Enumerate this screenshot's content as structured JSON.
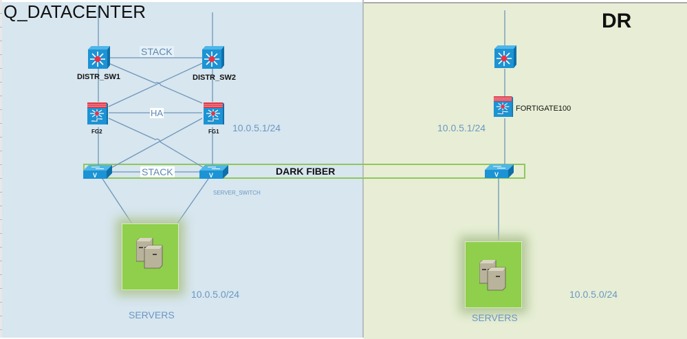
{
  "sites": {
    "left": {
      "title": "Q_DATACENTER",
      "bg_color": "#d7e6ef"
    },
    "right": {
      "title": "DR",
      "bg_color": "#e7eed5"
    }
  },
  "devices": {
    "distr_sw1": {
      "label": "DISTR_SW1",
      "type": "layer3-switch"
    },
    "distr_sw2": {
      "label": "DISTR_SW2",
      "type": "layer3-switch"
    },
    "fg2": {
      "label": "FG2",
      "type": "firewall"
    },
    "fg1": {
      "label": "FG1",
      "type": "firewall"
    },
    "server_sw_left_a": {
      "label": "",
      "type": "access-switch"
    },
    "server_sw_left_b": {
      "label": "SERVER_SWITCH",
      "type": "access-switch"
    },
    "dr_core_sw": {
      "label": "",
      "type": "layer3-switch"
    },
    "dr_fortigate": {
      "label": "FORTIGATE100",
      "type": "firewall"
    },
    "dr_server_sw": {
      "label": "",
      "type": "access-switch"
    }
  },
  "links": {
    "distr_stack": "STACK",
    "fw_ha": "HA",
    "server_stack": "STACK",
    "dark_fiber": "DARK FIBER"
  },
  "networks": {
    "left_gateway": "10.0.5.1/24",
    "left_servers": "10.0.5.0/24",
    "right_gateway": "10.0.5.1/24",
    "right_servers": "10.0.5.0/24"
  },
  "server_groups": {
    "left": {
      "label": "SERVERS"
    },
    "right": {
      "label": "SERVERS"
    }
  },
  "colors": {
    "link_line": "#6f95b8",
    "fiber_band": "#8fc75a",
    "server_box": "#8fcf4c",
    "device_blue": "#1c8fd0",
    "firewall_red": "#e03a4b"
  }
}
